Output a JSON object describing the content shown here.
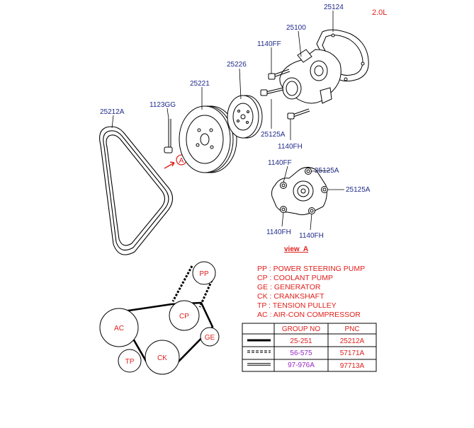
{
  "engine_label": "2.0L",
  "part_numbers": {
    "p25124": "25124",
    "p25100": "25100",
    "p1140ff_top": "1140FF",
    "p25226": "25226",
    "p25221": "25221",
    "p1123gg": "1123GG",
    "p25212a": "25212A",
    "p25125a_main": "25125A",
    "p1140fh_main": "1140FH",
    "view_1140ff": "1140FF",
    "view_25125a_1": "25125A",
    "view_25125a_2": "25125A",
    "view_1140fh_left": "1140FH",
    "view_1140fh_right": "1140FH"
  },
  "view_marker": "A",
  "view_label": "view  A",
  "legend": [
    {
      "code": "PP",
      "text": "PP : POWER STEERING PUMP"
    },
    {
      "code": "CP",
      "text": "CP : COOLANT PUMP"
    },
    {
      "code": "GE",
      "text": "GE : GENERATOR"
    },
    {
      "code": "CK",
      "text": "CK : CRANKSHAFT"
    },
    {
      "code": "TP",
      "text": "TP : TENSION PULLEY"
    },
    {
      "code": "AC",
      "text": "AC : AIR-CON COMPRESSOR"
    }
  ],
  "pulleys": {
    "pp": "PP",
    "cp": "CP",
    "ge": "GE",
    "ac": "AC",
    "ck": "CK",
    "tp": "TP"
  },
  "table": {
    "headers": [
      "GROUP NO",
      "PNC"
    ],
    "rows": [
      {
        "group": "25-251",
        "pnc": "25212A",
        "group_color": "#e0201c",
        "pnc_color": "#e0201c"
      },
      {
        "group": "56-575",
        "pnc": "57171A",
        "group_color": "#9b27c4",
        "pnc_color": "#e0201c"
      },
      {
        "group": "97-976A",
        "pnc": "97713A",
        "group_color": "#9b27c4",
        "pnc_color": "#e0201c"
      }
    ]
  },
  "colors": {
    "part_number": "#1f2a8a",
    "legend": "#e0201c",
    "line": "#000000"
  }
}
